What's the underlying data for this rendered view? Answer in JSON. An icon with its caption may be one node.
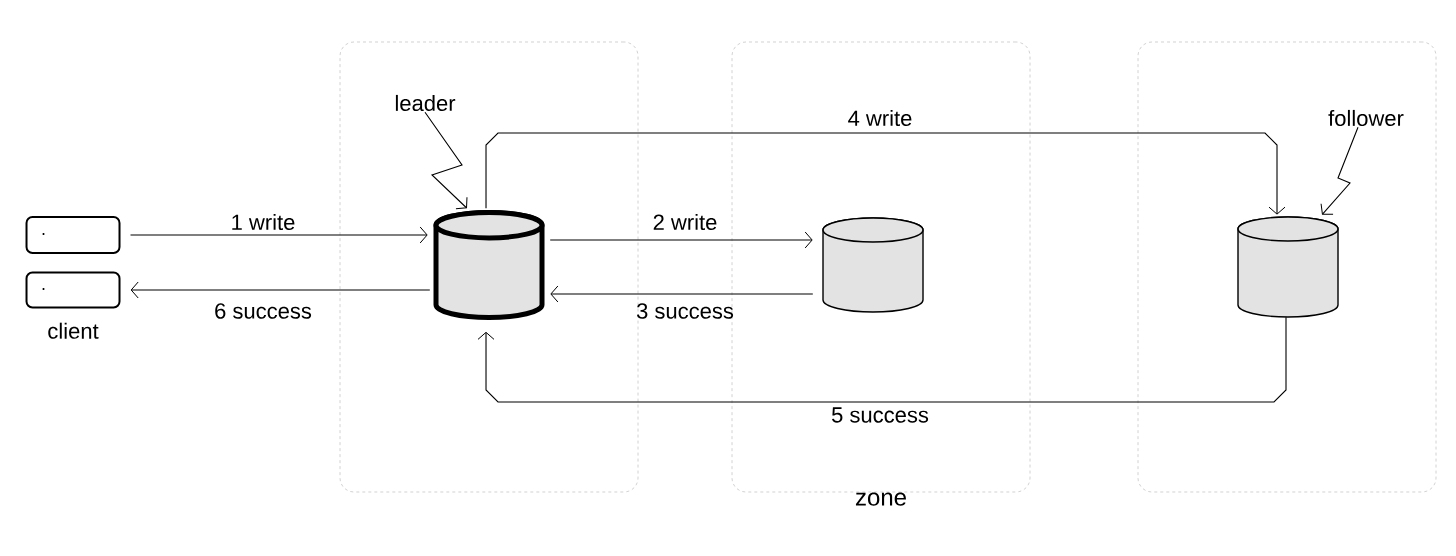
{
  "diagram": {
    "nodes": [
      {
        "text": [],
        "shape": "box"
      },
      {
        "text": [
          "zone"
        ]
      },
      {
        "text": [],
        "shape": "box"
      },
      {
        "text": [],
        "shape": "box"
      },
      {
        "text": [],
        "shape": "box",
        "beside": [
          "client"
        ]
      },
      {
        "text": [],
        "shape": "cylinder",
        "in": 0
      },
      {
        "text": [],
        "shape": "cylinder",
        "in": 1
      },
      {
        "text": [],
        "shape": "cylinder",
        "in": 2
      },
      {
        "text": [
          "leader"
        ],
        "in": 0
      },
      {
        "text": [
          "follower"
        ],
        "in": 2
      }
    ],
    "edges": [
      {
        "from": 3,
        "to": 5,
        "arrow": "to",
        "label": "1 write"
      },
      {
        "from": 5,
        "to": 6,
        "arrow": "to",
        "label": "2 write"
      },
      {
        "from": 6,
        "to": 5,
        "arrow": "to",
        "label": "3 success"
      },
      {
        "from": 5,
        "to": 7,
        "arrow": "to",
        "label": "4 write"
      },
      {
        "from": 7,
        "to": 5,
        "arrow": "to",
        "label": "5 success"
      },
      {
        "from": 5,
        "to": 4,
        "arrow": "to",
        "label": "6 success"
      },
      {
        "from": 8,
        "to": 5,
        "arrow": "to"
      },
      {
        "from": 9,
        "to": 7,
        "arrow": "to"
      }
    ]
  }
}
